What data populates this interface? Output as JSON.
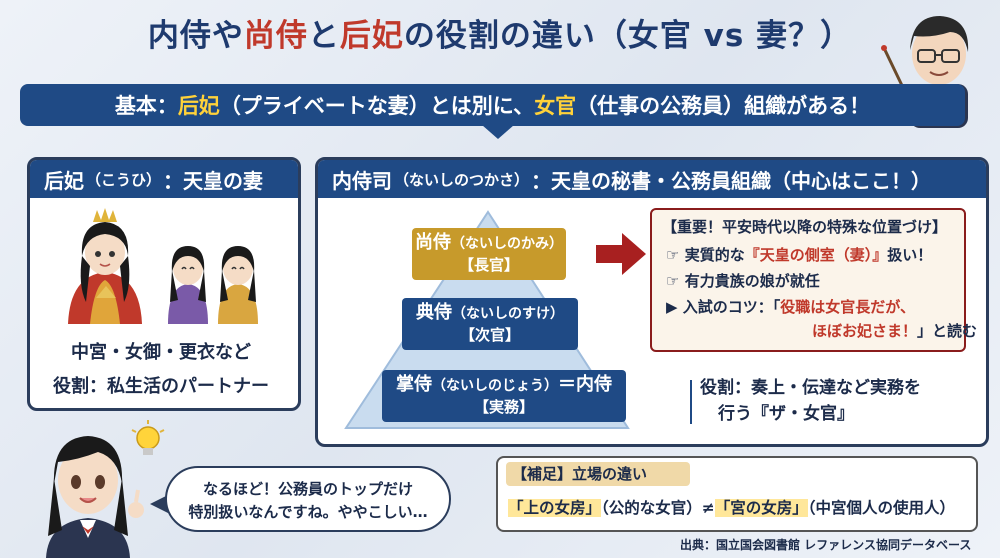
{
  "title": {
    "part1": "内侍や",
    "part2": "尚侍",
    "part3": "と",
    "part4": "后妃",
    "part5": "の役割の違い（女官 vs 妻？）"
  },
  "basic": {
    "prefix": "基本：",
    "kouhi": "后妃",
    "mid": "（プライベートな妻）とは別に、",
    "nyokan": "女官",
    "suffix": "（仕事の公務員）組織がある！"
  },
  "left_panel": {
    "head_main": "后妃",
    "head_reading": "（こうひ）",
    "head_rest": "：天皇の妻",
    "caption1": "中宮・女御・更衣など",
    "caption2": "役割：私生活のパートナー"
  },
  "right_panel": {
    "head_main": "内侍司",
    "head_reading": "（ないしのつかさ）",
    "head_rest": "：天皇の秘書・公務員組織（中心はここ！）"
  },
  "tiers": [
    {
      "name": "尚侍",
      "reading": "（ないしのかみ）",
      "rank": "【長官】"
    },
    {
      "name": "典侍",
      "reading": "（ないしのすけ）",
      "rank": "【次官】"
    },
    {
      "name": "掌侍",
      "reading": "（ないしのじょう）",
      "suffix": "＝内侍",
      "rank": "【実務】"
    }
  ],
  "notice": {
    "head": "【重要！平安時代以降の特殊な位置づけ】",
    "b1_pre": "実質的な",
    "b1_red": "『天皇の側室（妻）』",
    "b1_post": "扱い！",
    "b2": "有力貴族の娘が就任",
    "b3_pre": "入試のコツ：「",
    "b3_red": "役職は女官長だが、",
    "b4_red": "ほぼお妃さま！",
    "b4_post": "」と読む",
    "hand_icon": "☞",
    "tri_icon": "▶"
  },
  "role": {
    "line1": "役割：奏上・伝達など実務を",
    "line2": "行う『ザ・女官』"
  },
  "bubble": {
    "line1": "なるほど！公務員のトップだけ",
    "line2": "特別扱いなんですね。ややこしい…"
  },
  "supplement": {
    "head": "【補足】立場の違い",
    "q1": "「上の女房」",
    "t1": "（公的な女官）≠",
    "q2": "「宮の女房」",
    "t2": "（中宮個人の使用人）"
  },
  "source": "出典：国立国会図書館 レファレンス協同データベース",
  "colors": {
    "navy": "#1f4a85",
    "gold": "#c79a2b",
    "red": "#c0392b",
    "highlight": "#ffe79a"
  }
}
